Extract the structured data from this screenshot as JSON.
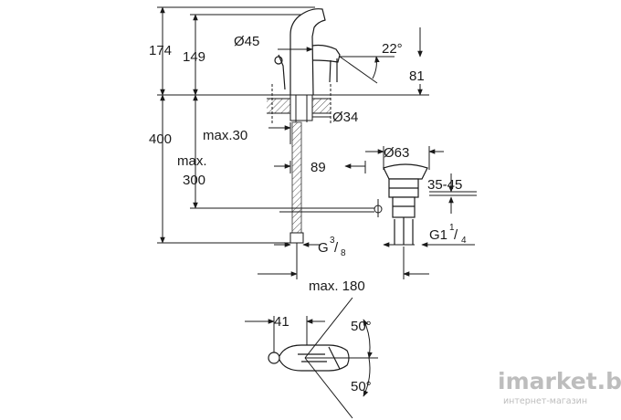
{
  "dimensions": {
    "d174": "174",
    "d149": "149",
    "d45": "Ø45",
    "d22": "22°",
    "d81": "81",
    "d34": "Ø34",
    "d400": "400",
    "max30": "max.30",
    "max_label": "max.",
    "d300": "300",
    "d89": "89",
    "d63": "Ø63",
    "d3545": "35-45",
    "g38": {
      "base": "G",
      "num": "3",
      "den": "8"
    },
    "g114": {
      "base": "G1",
      "num": "1",
      "den": "4"
    },
    "max180": "max. 180",
    "d41": "41",
    "a50_top": "50°",
    "a50_bottom": "50°"
  },
  "watermark": {
    "brand": "imarket.by",
    "tagline": "интернет-магазин"
  },
  "colors": {
    "line": "#1a1a1a",
    "hatch": "#555555",
    "watermark": "#bdbdbd"
  }
}
